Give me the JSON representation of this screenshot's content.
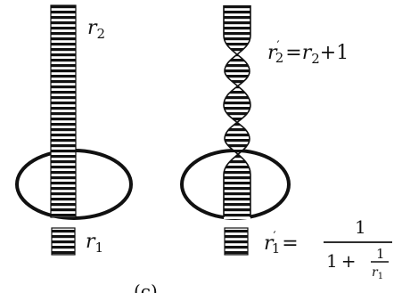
{
  "left_panel": {
    "top_label": {
      "base": "r",
      "sub": "2"
    },
    "bottom_label": {
      "base": "r",
      "sub": "1"
    }
  },
  "right_panel": {
    "top_equation": {
      "lhs_base": "r",
      "lhs_prime": "′",
      "lhs_sub": "2",
      "equals": "=",
      "rhs_base": "r",
      "rhs_sub": "2",
      "rhs_plus": "+",
      "rhs_one": "1"
    },
    "bottom_equation": {
      "lhs_base": "r",
      "lhs_prime": "′",
      "lhs_sub": "1",
      "equals": "=",
      "numerator": "1",
      "den_one": "1",
      "den_plus": "+",
      "inner_numerator": "1",
      "inner_den_base": "r",
      "inner_den_sub": "1"
    }
  },
  "caption": "(c)",
  "colors": {
    "ink": "#111111",
    "paper": "#ffffff"
  }
}
